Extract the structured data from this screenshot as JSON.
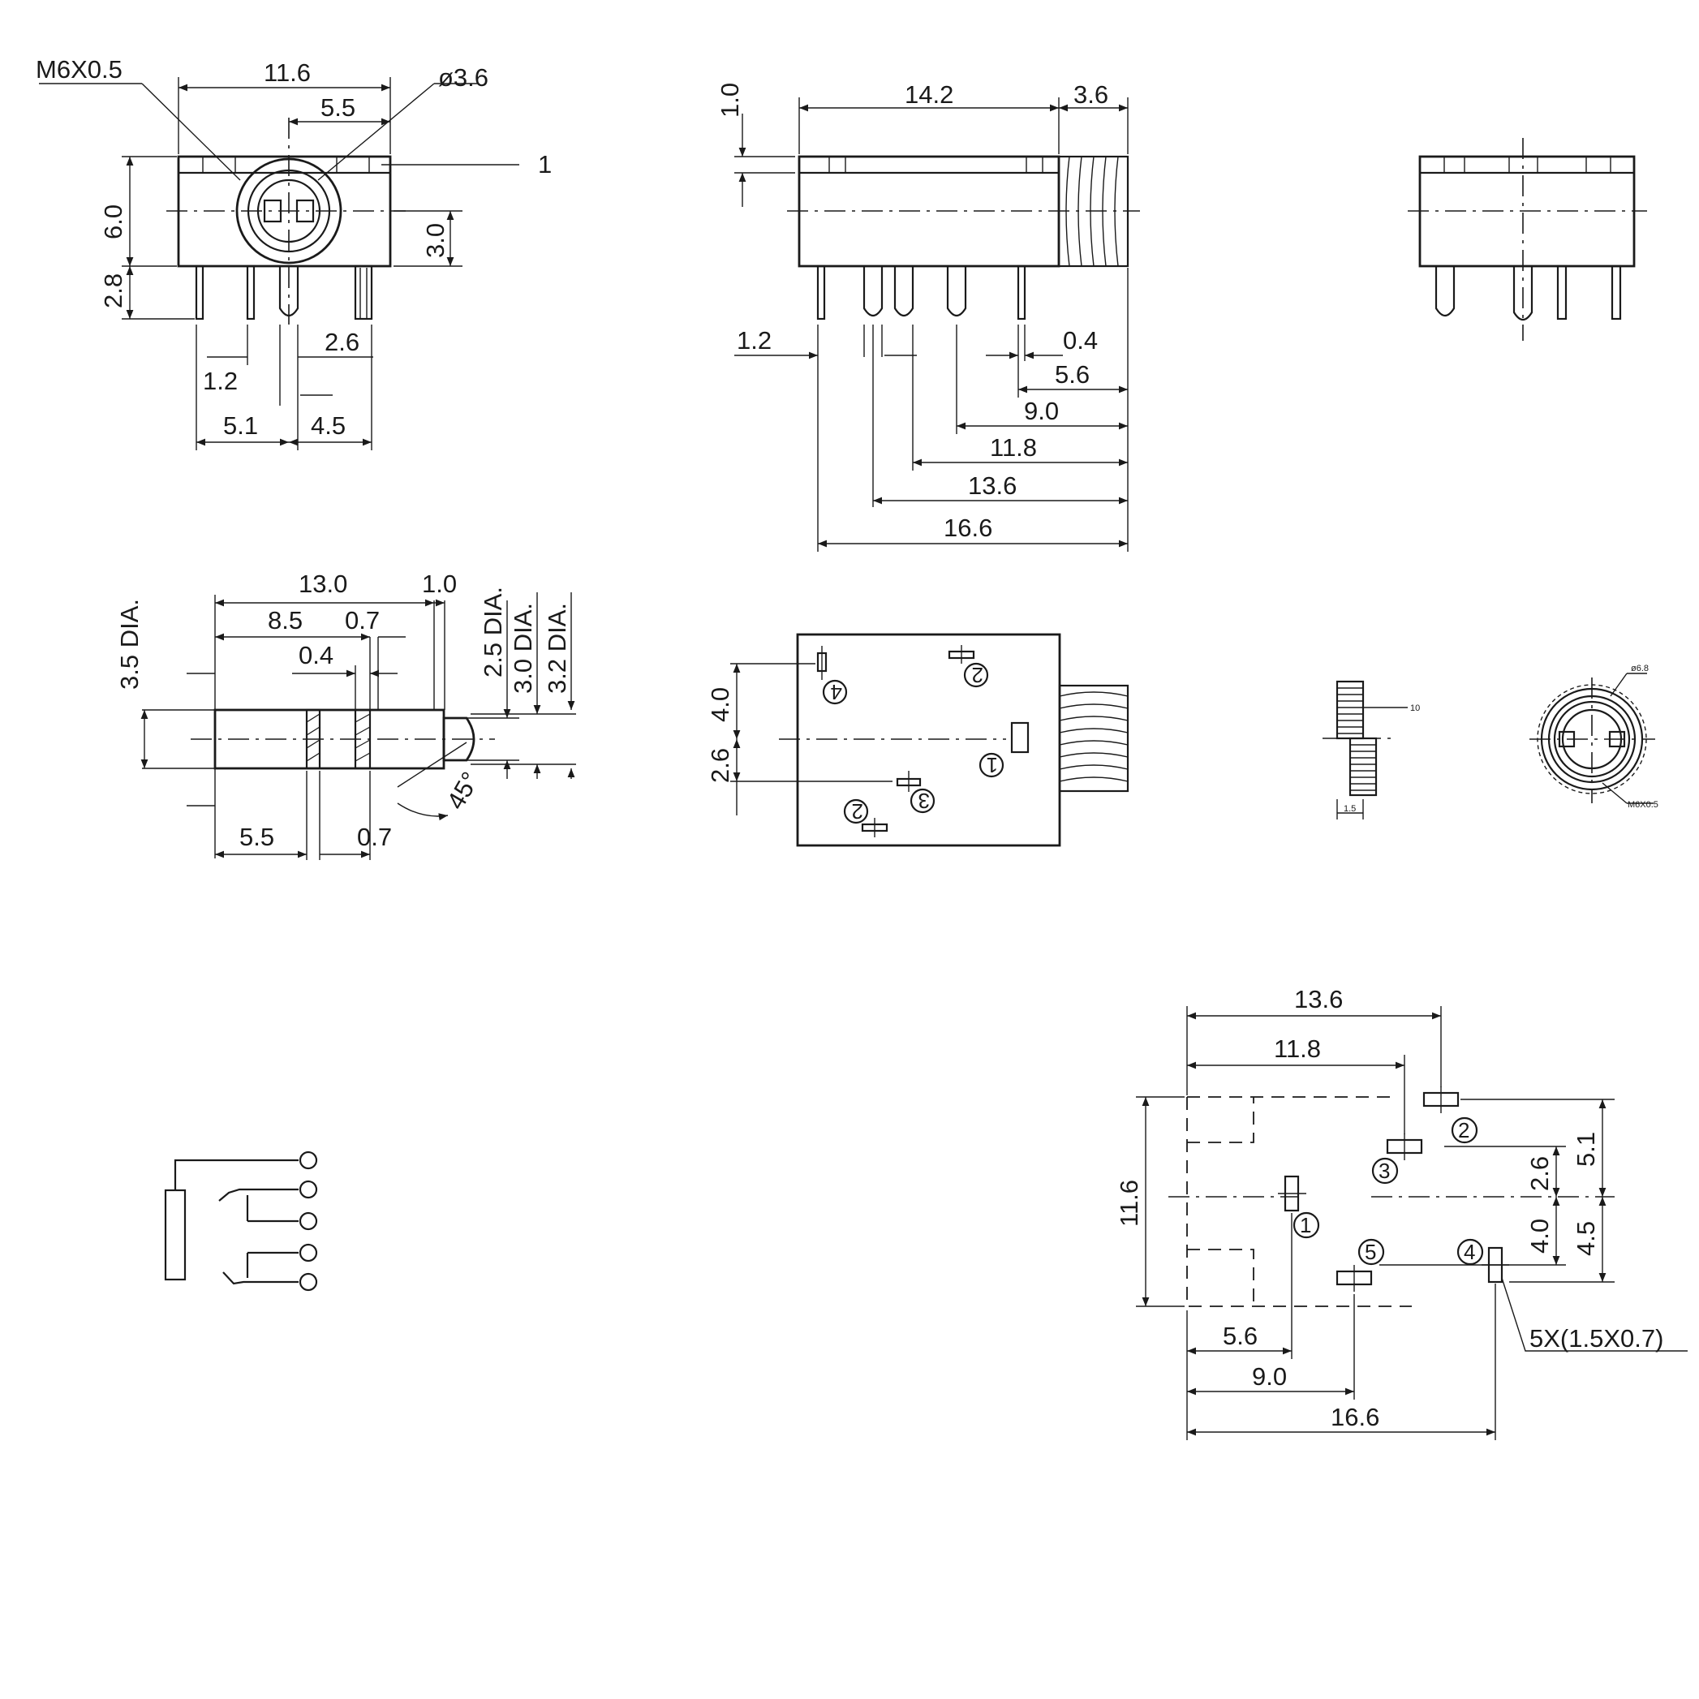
{
  "front_view": {
    "thread_label": "M6X0.5",
    "diameter_label": "ø3.6",
    "callout": "1",
    "dims": {
      "width": "11.6",
      "half_width": "5.5",
      "height": "6.0",
      "pin_length": "2.8",
      "center_height": "3.0",
      "pin_a": "2.6",
      "pin_b": "1.2",
      "left": "5.1",
      "right": "4.5"
    }
  },
  "side_view": {
    "dims": {
      "body": "14.2",
      "thread": "3.6",
      "top": "1.0",
      "pin_w": "1.2",
      "pin_t": "0.4",
      "d56": "5.6",
      "d90": "9.0",
      "d118": "11.8",
      "d136": "13.6",
      "d166": "16.6"
    }
  },
  "plug_view": {
    "dims": {
      "total": "13.0",
      "tip": "1.0",
      "mid": "8.5",
      "ring": "0.7",
      "ring_gap": "0.4",
      "sleeve": "5.5",
      "bottom_ring": "0.7",
      "dia_35": "3.5 DIA.",
      "dia_25": "2.5 DIA.",
      "dia_30": "3.0 DIA.",
      "dia_32": "3.2 DIA.",
      "angle": "45°"
    }
  },
  "bottom_view": {
    "dims": {
      "upper": "4.0",
      "lower": "2.6"
    },
    "pins": [
      "4",
      "2",
      "1",
      "3",
      "2"
    ]
  },
  "nut_view": {
    "side_label": "10",
    "thickness": "1.5",
    "od_label": "ø6.8",
    "thread_label": "M6X0.5"
  },
  "pcb_layout": {
    "dims": {
      "top1": "13.6",
      "top2": "11.8",
      "height": "11.6",
      "r51": "5.1",
      "r26": "2.6",
      "r45": "4.5",
      "r40": "4.0",
      "b56": "5.6",
      "b90": "9.0",
      "b166": "16.6",
      "pad_note": "5X(1.5X0.7)"
    },
    "pins": [
      "1",
      "2",
      "3",
      "4",
      "5"
    ]
  }
}
